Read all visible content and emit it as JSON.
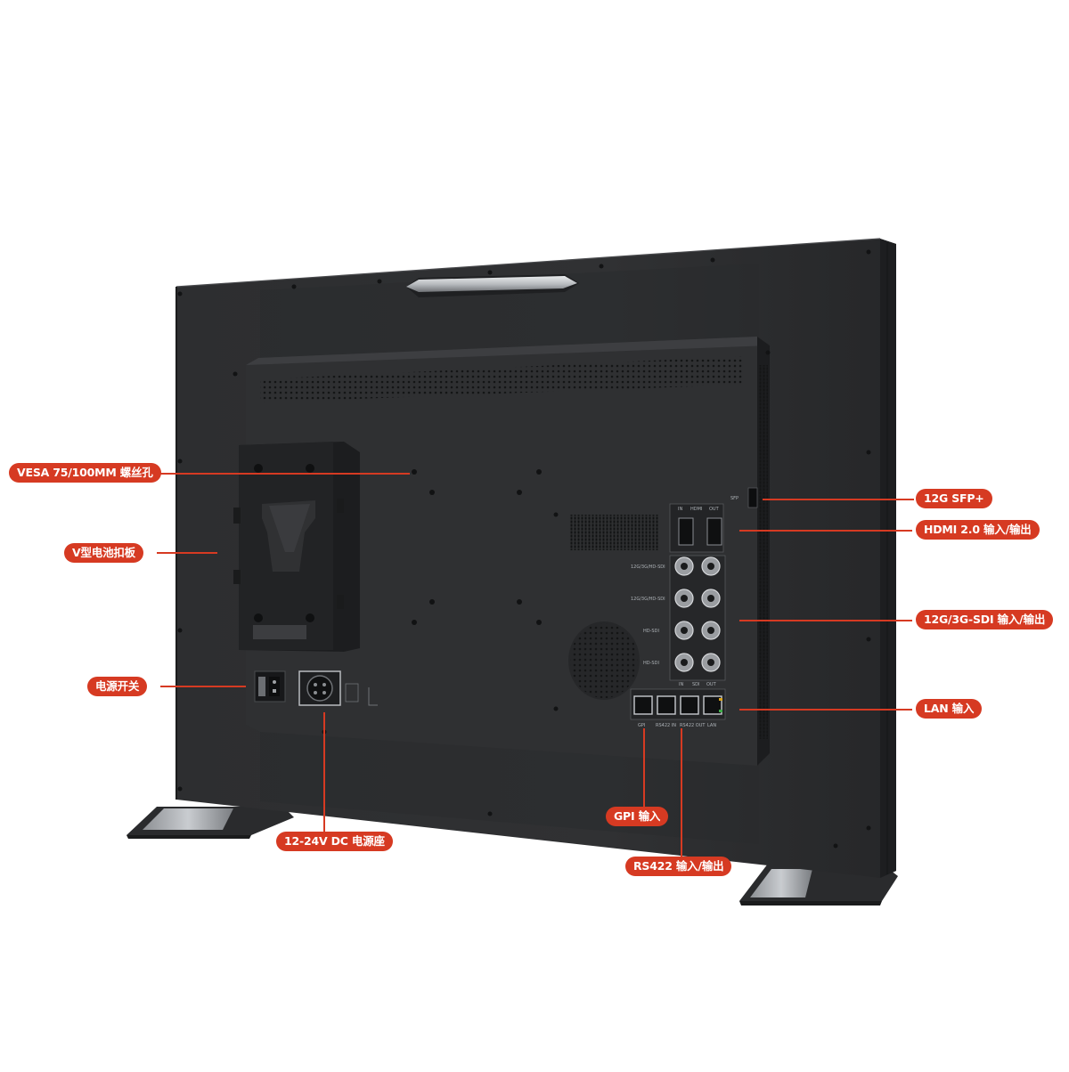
{
  "image": {
    "subject": "monitor-rear-view",
    "accent_color": "#d63a22",
    "panel_color": "#2b2c2e"
  },
  "callouts": {
    "vesa": "VESA 75/100MM 螺丝孔",
    "vmount": "V型电池扣板",
    "power_switch": "电源开关",
    "dc_input": "12-24V DC 电源座",
    "sfp": "12G SFP+",
    "hdmi": "HDMI 2.0 输入/输出",
    "sdi": "12G/3G-SDI 输入/输出",
    "lan": "LAN 输入",
    "gpi": "GPI 输入",
    "rs422": "RS422 输入/输出"
  },
  "panel_labels": {
    "sfp": "SFP",
    "hdmi_header": [
      "IN",
      "HDMI",
      "OUT"
    ],
    "sdi_rows": [
      "12G/3G/HD-SDI",
      "12G/3G/HD-SDI",
      "HD-SDI",
      "HD-SDI"
    ],
    "sdi_footer": [
      "IN",
      "SDI",
      "OUT"
    ],
    "port_labels": [
      "GPI",
      "RS422 IN",
      "RS422 OUT",
      "LAN"
    ]
  }
}
